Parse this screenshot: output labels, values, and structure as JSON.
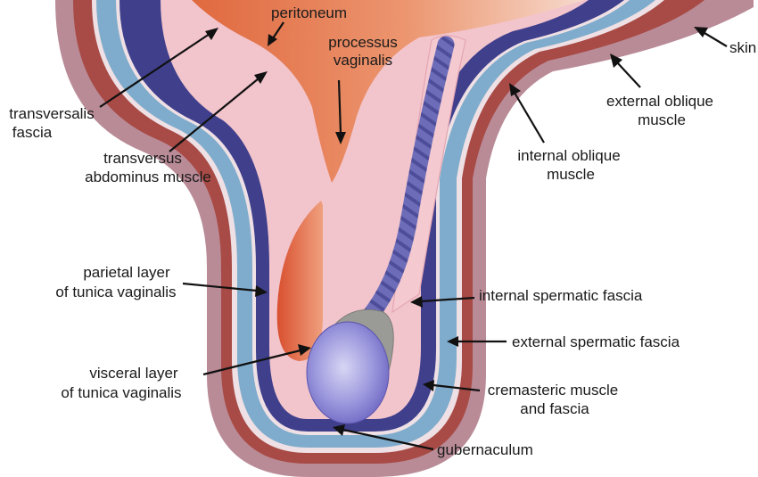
{
  "labels": {
    "peritoneum": "peritoneum",
    "processus_1": "processus",
    "processus_2": "vaginalis",
    "skin": "skin",
    "transversalis_1": "transversalis",
    "transversalis_2": "fascia",
    "transversus_1": "transversus",
    "transversus_2": "abdominus muscle",
    "ext_oblique_1": "external oblique",
    "ext_oblique_2": "muscle",
    "int_oblique_1": "internal oblique",
    "int_oblique_2": "muscle",
    "parietal_1": "parietal layer",
    "parietal_2": "of tunica vaginalis",
    "int_spermatic": "internal spermatic fascia",
    "ext_spermatic": "external spermatic fascia",
    "visceral_1": "visceral layer",
    "visceral_2": "of tunica vaginalis",
    "cremasteric_1": "cremasteric muscle",
    "cremasteric_2": "and fascia",
    "gubernaculum": "gubernaculum"
  },
  "colors": {
    "skin": "#b98b97",
    "external_oblique": "#a84a45",
    "internal_oblique_stripe": "#eee0e4",
    "internal_oblique": "#7faccc",
    "transversus": "#3f3f8c",
    "inner_cavity": "#f2c4cc",
    "abdominal_cavity": "#e9865a",
    "visceral_layer": "#d9573a",
    "testis": "#8f8ad8",
    "epididymis": "#9a9a96",
    "spermatic_cord": "#6a6ab3"
  }
}
